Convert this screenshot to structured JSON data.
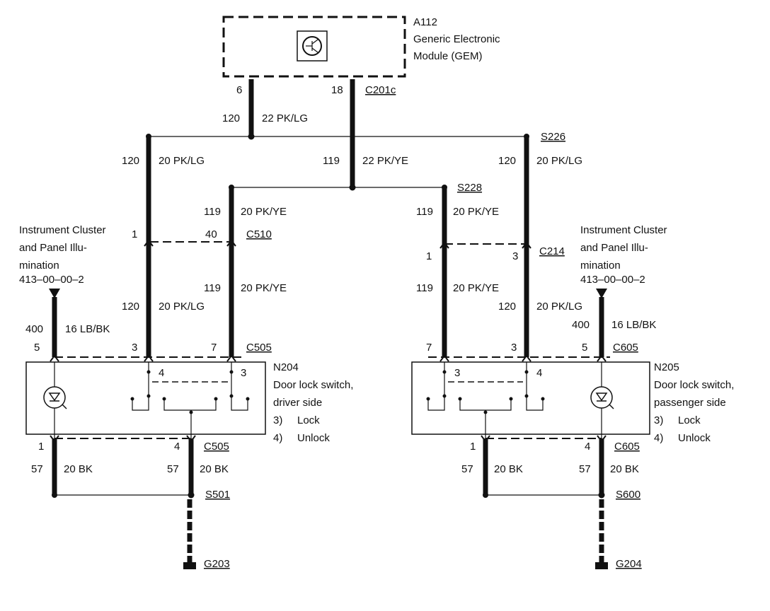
{
  "module": {
    "id": "A112",
    "name_line1": "Generic Electronic",
    "name_line2": "Module (GEM)",
    "connector": "C201c",
    "pin_left": "6",
    "pin_right": "18"
  },
  "wires": {
    "gem_120_circuit": "120",
    "gem_120_spec": "22 PK/LG",
    "gem_119_circuit": "119",
    "gem_119_spec": "22 PK/YE",
    "left_120_circuit": "120",
    "left_120_spec": "20 PK/LG",
    "right_120_circuit": "120",
    "right_120_spec": "20 PK/LG",
    "left_119_circuit": "119",
    "left_119_spec": "20 PK/YE",
    "right_119_circuit": "119",
    "right_119_spec": "20 PK/YE",
    "left_lower_119_circuit": "119",
    "left_lower_119_spec": "20 PK/YE",
    "left_lower_120_circuit": "120",
    "left_lower_120_spec": "20 PK/LG",
    "right_lower_119_circuit": "119",
    "right_lower_119_spec": "20 PK/YE",
    "right_lower_120_circuit": "120",
    "right_lower_120_spec": "20 PK/LG",
    "left_400_circuit": "400",
    "left_400_spec": "16 LB/BK",
    "right_400_circuit": "400",
    "right_400_spec": "16 LB/BK",
    "left_gnd1_circuit": "57",
    "left_gnd1_spec": "20 BK",
    "left_gnd2_circuit": "57",
    "left_gnd2_spec": "20 BK",
    "right_gnd1_circuit": "57",
    "right_gnd1_spec": "20 BK",
    "right_gnd2_circuit": "57",
    "right_gnd2_spec": "20 BK"
  },
  "splices": {
    "s226": "S226",
    "s228": "S228",
    "s501": "S501",
    "s600": "S600"
  },
  "connectors": {
    "c510": "C510",
    "c510_pin_a": "1",
    "c510_pin_b": "40",
    "c214": "C214",
    "c214_pin_a": "1",
    "c214_pin_b": "3",
    "c505_top": "C505",
    "c505_top_pin5": "5",
    "c505_top_pin3": "3",
    "c505_top_pin7": "7",
    "c505_bot": "C505",
    "c505_bot_pin1": "1",
    "c505_bot_pin4": "4",
    "c605_top": "C605",
    "c605_top_pin7": "7",
    "c605_top_pin3": "3",
    "c605_top_pin5": "5",
    "c605_bot": "C605",
    "c605_bot_pin1": "1",
    "c605_bot_pin4": "4"
  },
  "illumination": {
    "left_line1": "Instrument Cluster",
    "left_line2": "and Panel Illu-",
    "left_line3": "mination",
    "left_ref": "413–00–00–2",
    "right_line1": "Instrument Cluster",
    "right_line2": "and Panel Illu-",
    "right_line3": "mination",
    "right_ref": "413–00–00–2"
  },
  "switches": {
    "left_id": "N204",
    "left_line1": "Door lock switch,",
    "left_line2": "driver side",
    "left_lock_num": "3)",
    "left_lock": "Lock",
    "left_unlock_num": "4)",
    "left_unlock": "Unlock",
    "left_inner_pin_a": "4",
    "left_inner_pin_b": "3",
    "right_id": "N205",
    "right_line1": "Door lock switch,",
    "right_line2": "passenger side",
    "right_lock_num": "3)",
    "right_lock": "Lock",
    "right_unlock_num": "4)",
    "right_unlock": "Unlock",
    "right_inner_pin_a": "3",
    "right_inner_pin_b": "4"
  },
  "grounds": {
    "left": "G203",
    "right": "G204"
  }
}
